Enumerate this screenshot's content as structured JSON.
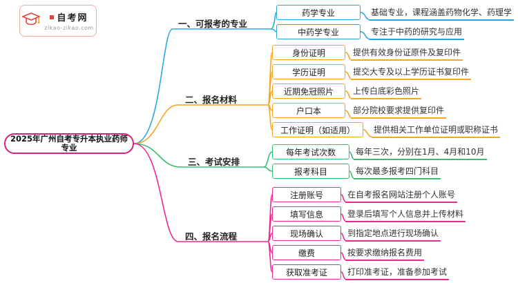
{
  "logo": {
    "title": "自考网",
    "subtitle": "zikao-zikao.com"
  },
  "root": {
    "title": "2025年广州自考专升本执业药师专业"
  },
  "colors": {
    "branch1_blue": "#29a9e0",
    "branch2_orange": "#f5a623",
    "branch3_green": "#35c06f",
    "branch4_pink": "#ea2a8e",
    "root_border": "#d6217f",
    "logo_red": "#e8423a"
  },
  "branches": [
    {
      "label": "一、可报考的专业",
      "color": "#29a9e0",
      "children": [
        {
          "label": "药学专业",
          "desc": "基础专业，课程涵盖药物化学、药理学"
        },
        {
          "label": "中药学专业",
          "desc": "专注于中药的研究与应用"
        }
      ]
    },
    {
      "label": "二、报名材料",
      "color": "#f5a623",
      "children": [
        {
          "label": "身份证明",
          "desc": "提供有效身份证原件及复印件"
        },
        {
          "label": "学历证明",
          "desc": "提交大专及以上学历证书复印件"
        },
        {
          "label": "近期免冠照片",
          "desc": "上传白底彩色照片"
        },
        {
          "label": "户口本",
          "desc": "部分院校要求提供复印件"
        },
        {
          "label": "工作证明（如适用）",
          "desc": "提供相关工作单位证明或职称证书"
        }
      ]
    },
    {
      "label": "三、考试安排",
      "color": "#35c06f",
      "children": [
        {
          "label": "每年考试次数",
          "desc": "每年三次，分别在1月、4月和10月"
        },
        {
          "label": "报考科目",
          "desc": "每次最多报考四门科目"
        }
      ]
    },
    {
      "label": "四、报名流程",
      "color": "#ea2a8e",
      "children": [
        {
          "label": "注册账号",
          "desc": "在自考报名网站注册个人账号"
        },
        {
          "label": "填写信息",
          "desc": "登录后填写个人信息并上传材料"
        },
        {
          "label": "现场确认",
          "desc": "到指定地点进行现场确认"
        },
        {
          "label": "缴费",
          "desc": "按要求缴纳报名费用"
        },
        {
          "label": "获取准考证",
          "desc": "打印准考证，准备参加考试"
        }
      ]
    }
  ]
}
